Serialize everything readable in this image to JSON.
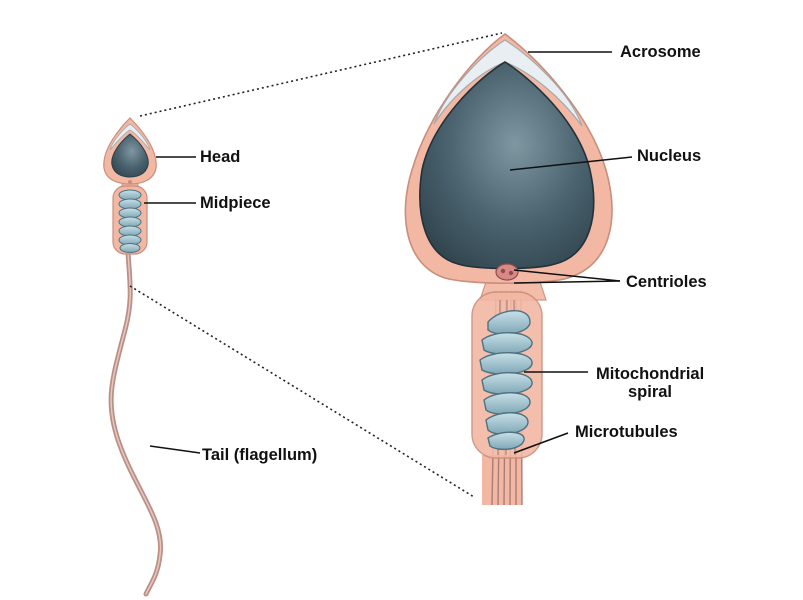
{
  "diagram": {
    "labels": {
      "head": "Head",
      "midpiece": "Midpiece",
      "tail": "Tail (flagellum)",
      "acrosome": "Acrosome",
      "nucleus": "Nucleus",
      "centrioles": "Centrioles",
      "mitochondrial_line1": "Mitochondrial",
      "mitochondrial_line2": "spiral",
      "microtubules": "Microtubules"
    },
    "colors": {
      "membrane": "#f2b8a3",
      "membrane_edge": "#c98e7c",
      "nucleus": "#3d545f",
      "mitochondria": "#9cc0cc",
      "microtubule": "#a87d78"
    }
  }
}
